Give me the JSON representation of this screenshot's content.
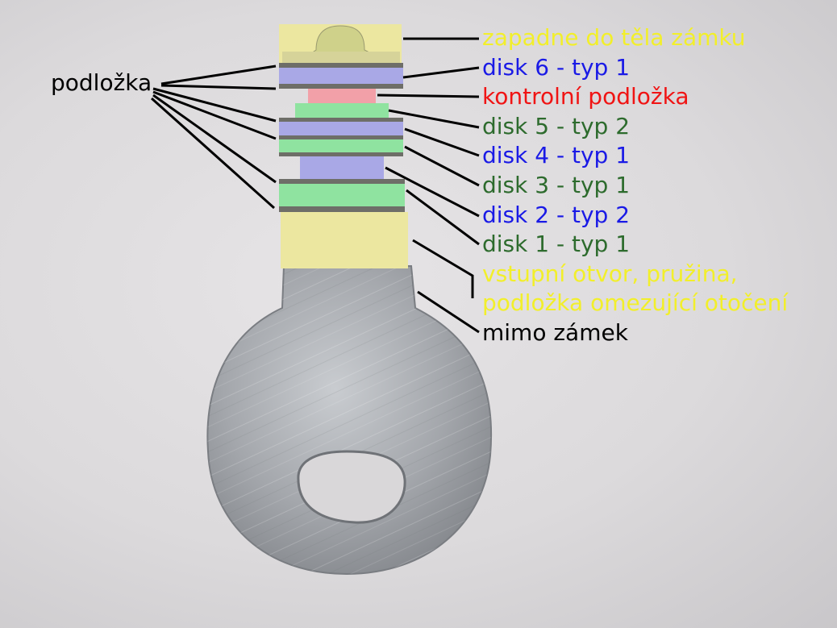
{
  "left_label": {
    "text": "podložka",
    "color": "#000000"
  },
  "labels": [
    {
      "id": "zapadne",
      "text": "zapadne do těla zámku",
      "color": "#f2ef2a"
    },
    {
      "id": "disk6",
      "text": "disk 6 - typ 1",
      "color": "#1a1ae6"
    },
    {
      "id": "kontrolni",
      "text": "kontrolní podložka",
      "color": "#f01414"
    },
    {
      "id": "disk5",
      "text": "disk 5 - typ 2",
      "color": "#2d6b2d"
    },
    {
      "id": "disk4",
      "text": "disk 4 - typ 1",
      "color": "#1a1ae6"
    },
    {
      "id": "disk3",
      "text": "disk 3 - typ 1",
      "color": "#2d6b2d"
    },
    {
      "id": "disk2",
      "text": "disk 2 - typ 2",
      "color": "#1a1ae6"
    },
    {
      "id": "disk1",
      "text": "disk 1 - typ 1",
      "color": "#2d6b2d"
    },
    {
      "id": "vstupni1",
      "text": "vstupní otvor, pružina,",
      "color": "#f2ef2a"
    },
    {
      "id": "vstupni2",
      "text": "podložka omezující otočení",
      "color": "#f2ef2a"
    },
    {
      "id": "mimo",
      "text": "mimo zámek",
      "color": "#000000"
    }
  ],
  "colors": {
    "yellow_zone": "#ece7a0",
    "blue_disk": "#a9a8e6",
    "green_disk": "#8fe3a0",
    "red_washer": "#f2a0a8",
    "washer_gray": "#6e6e68",
    "metal": "#a8abb0"
  }
}
